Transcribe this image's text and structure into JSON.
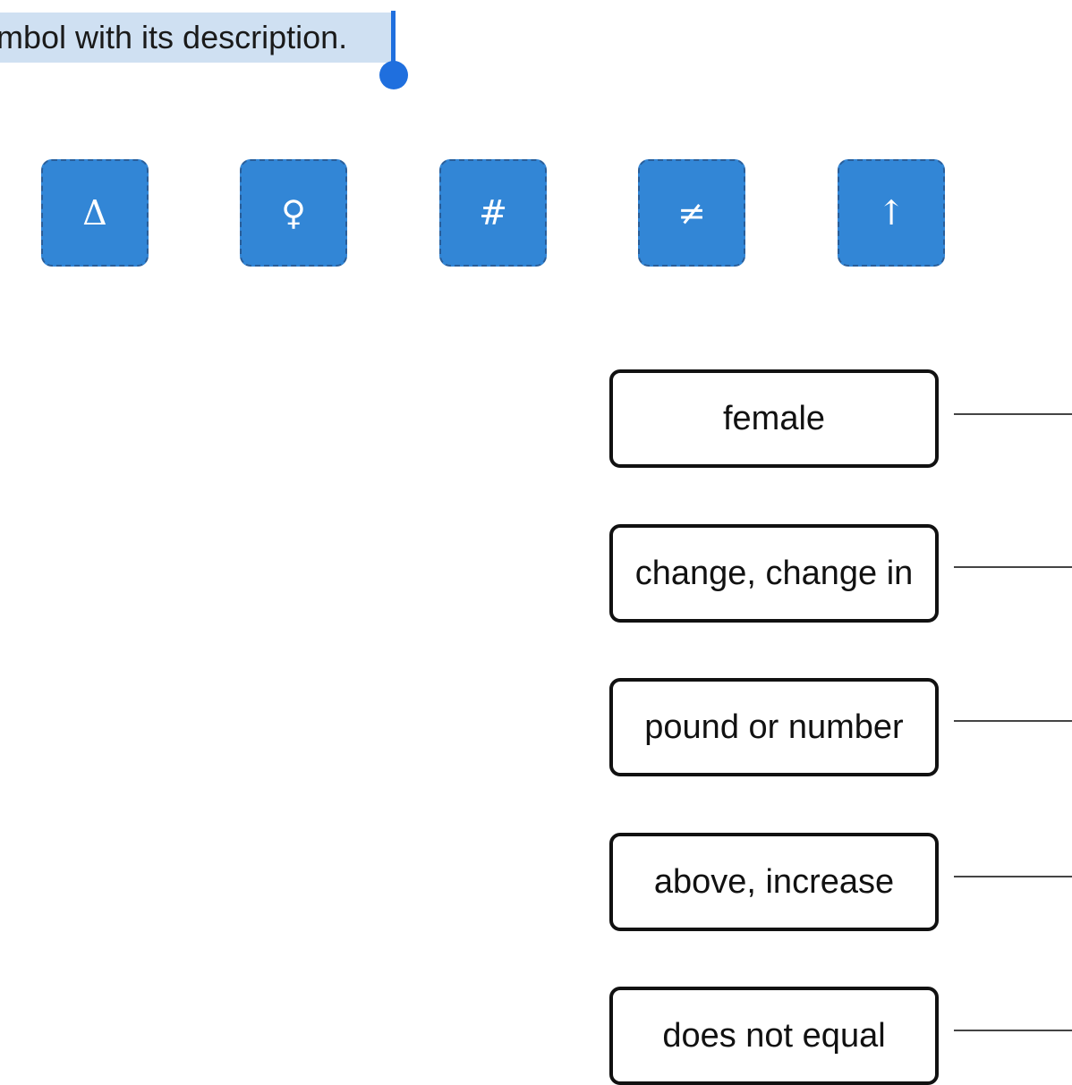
{
  "instruction": {
    "text": "mbol with its description."
  },
  "symbols": [
    {
      "glyph": "Δ",
      "icon": "delta-icon"
    },
    {
      "glyph": "♀",
      "icon": "female-symbol-icon"
    },
    {
      "glyph": "#",
      "icon": "hash-icon"
    },
    {
      "glyph": "≠",
      "icon": "not-equal-icon"
    },
    {
      "glyph": "↑",
      "icon": "up-arrow-icon"
    }
  ],
  "descriptions": [
    {
      "label": "female"
    },
    {
      "label": "change, change in"
    },
    {
      "label": "pound or number"
    },
    {
      "label": "above, increase"
    },
    {
      "label": "does not equal"
    }
  ],
  "colors": {
    "tile": "#3286d6",
    "selection": "#cfe0f2",
    "caret": "#1f6fde"
  }
}
